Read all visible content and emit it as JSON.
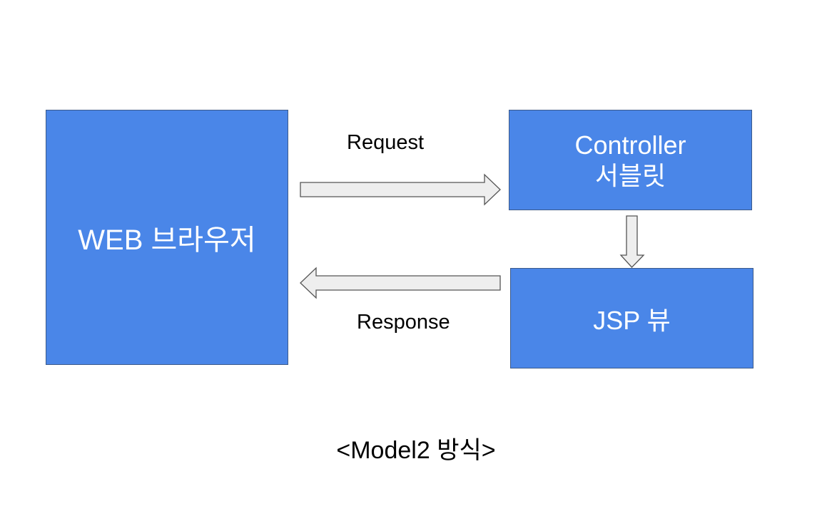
{
  "boxes": {
    "browser": "WEB 브라우저",
    "controller_line1": "Controller",
    "controller_line2": "서블릿",
    "jsp": "JSP 뷰"
  },
  "arrows": {
    "request": "Request",
    "response": "Response"
  },
  "caption": "<Model2 방식>",
  "colors": {
    "box_fill": "#4a86e8",
    "box_border": "#3c5a8a",
    "arrow_fill": "#eeeeee",
    "arrow_stroke": "#555555"
  }
}
